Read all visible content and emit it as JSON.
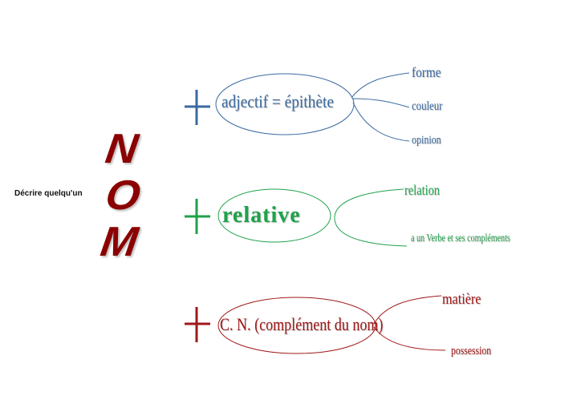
{
  "subtitle": "Décrire quelqu'un",
  "title_letters": [
    "N",
    "O",
    "M"
  ],
  "colors": {
    "nom": "#8b0000",
    "blue": "#3a6aa0",
    "green": "#1fa24a",
    "red": "#a01818"
  },
  "branches": [
    {
      "plus": "+",
      "center": "adjectif = épithète",
      "leaves": [
        "forme",
        "couleur",
        "opinion"
      ]
    },
    {
      "plus": "+",
      "center": "relative",
      "leaves": [
        "relation",
        "a un Verbe et ses compléments"
      ]
    },
    {
      "plus": "+",
      "center": "C. N. (complément du nom)",
      "leaves": [
        "matière",
        "possession"
      ]
    }
  ]
}
